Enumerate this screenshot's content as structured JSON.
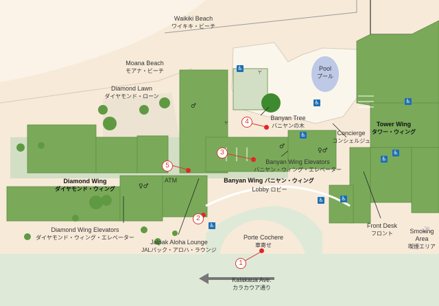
{
  "labels": {
    "waikiki_beach": {
      "en": "Waikiki Beach",
      "jp": "ワイキキ・ビーチ"
    },
    "moana_beach": {
      "en": "Moana Beach",
      "jp": "モアナ・ビーチ"
    },
    "diamond_lawn": {
      "en": "Diamond Lawn",
      "jp": "ダイヤモンド・ローン"
    },
    "pool": {
      "en": "Pool",
      "jp": "プール"
    },
    "banyan_tree": {
      "en": "Banyan Tree",
      "jp": "バニヤンの木"
    },
    "concierge": {
      "en": "Concierge",
      "jp": "コンシェルジュ"
    },
    "tower_wing": {
      "en": "Tower Wing",
      "jp": "タワー・ウィング"
    },
    "banyan_wing_elevators": {
      "en": "Banyan Wing Elevators",
      "jp": "バニヤン・ウィング・エレベーター"
    },
    "diamond_wing": {
      "en": "Diamond Wing",
      "jp": "ダイヤモンド・ウィング"
    },
    "atm": "ATM",
    "banyan_wing": {
      "en": "Banyan Wing",
      "jp": "バニヤン・ウィング"
    },
    "lobby": {
      "en": "Lobby",
      "jp": "ロビー"
    },
    "diamond_wing_elevators": {
      "en": "Diamond Wing Elevators",
      "jp": "ダイヤモンド・ウィング・エレベーター"
    },
    "jalpak_lounge": {
      "en": "Jalpak Aloha Lounge",
      "jp": "JALパック・アロハ・ラウンジ"
    },
    "front_desk": {
      "en": "Front Desk",
      "jp": "フロント"
    },
    "smoking_area": {
      "en": "Smoking Area",
      "jp": "喫煙エリア"
    },
    "porte_cochere": {
      "en": "Porte Cochere",
      "jp": "車寄せ"
    },
    "kalakaua_ave": {
      "en": "Kalakaua Ave.",
      "jp": "カラカウア通り"
    }
  },
  "markers": [
    "1",
    "2",
    "3",
    "4",
    "5"
  ],
  "icons": {
    "accessible": "accessible-icon",
    "restroom": "restroom-icon",
    "restaurant": "restaurant-icon",
    "smoking": "smoking-icon"
  },
  "colors": {
    "sand": "#f7ead9",
    "building": "#7aaa59",
    "lawn": "#d3dfc4",
    "street": "#dfe9d8",
    "pool": "#bdc9e6",
    "pin": "#d53a2c",
    "accessible": "#1f6fb3"
  }
}
